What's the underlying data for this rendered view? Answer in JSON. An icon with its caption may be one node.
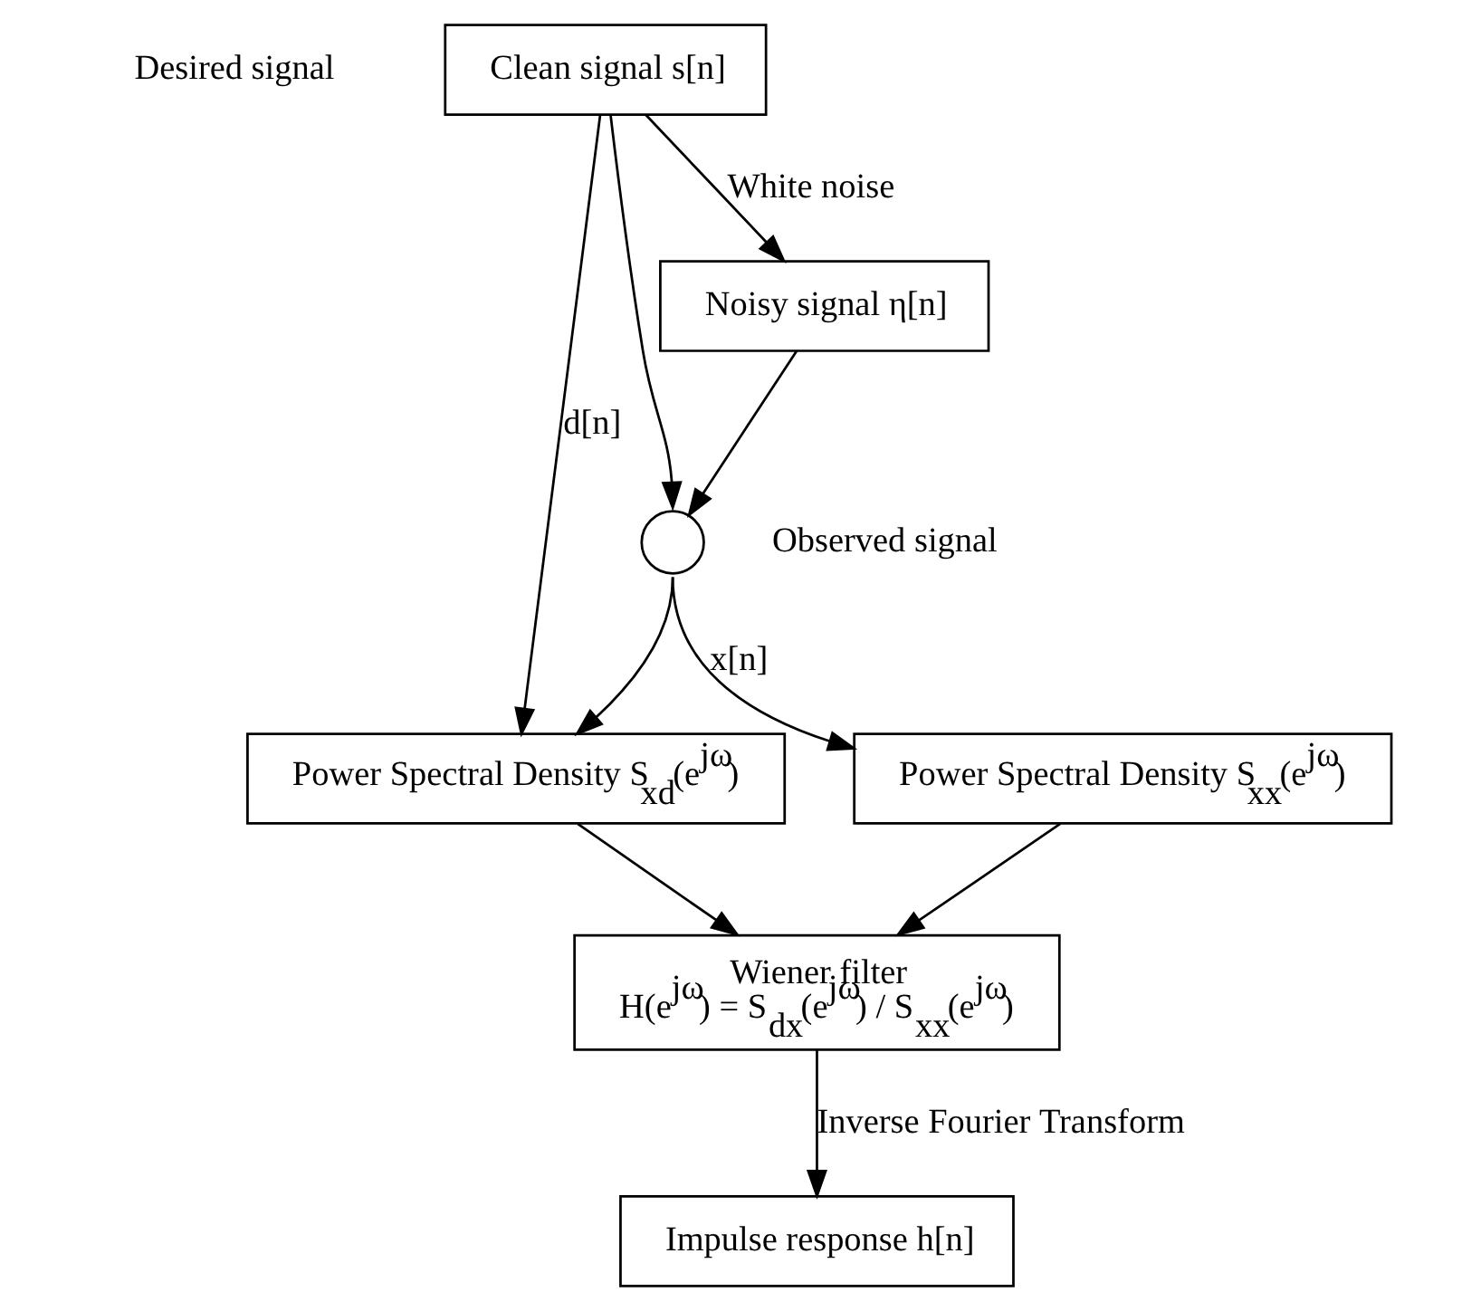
{
  "diagram": {
    "nodes": [
      {
        "text": [
          "Clean signal s[n]"
        ]
      },
      {
        "text": [
          "Noisy signal η[n]"
        ]
      },
      {
        "text": [],
        "shape": "circle",
        "beside": [
          "Observed signal"
        ]
      },
      {
        "text": [
          "Power Spectral Density S$_{xd}$(e$^{jω}$)"
        ]
      },
      {
        "text": [
          "Power Spectral Density S$_{xx}$(e$^{jω}$)"
        ]
      },
      {
        "text": [
          "Wiener filter",
          "H(e$^{jω}$) = S$_{dx}$(e$^{jω}$) / S$_{xx}$(e$^{jω}$)"
        ]
      },
      {
        "text": [
          "Impulse response h[n]"
        ]
      }
    ],
    "edges": [
      {
        "from": 0,
        "to": 1,
        "arrow": "to",
        "label": "White noise"
      },
      {
        "from": 0,
        "to": 2,
        "arrow": "to"
      },
      {
        "from": 1,
        "to": 2,
        "arrow": "to"
      },
      {
        "from": 0,
        "to": 3,
        "arrow": "to",
        "label": "d[n]"
      },
      {
        "from": 2,
        "to": 4,
        "arrow": "to",
        "label": "x[n]"
      },
      {
        "from": 2,
        "to": 3,
        "arrow": "to"
      },
      {
        "from": 3,
        "to": 5,
        "arrow": "to"
      },
      {
        "from": 4,
        "to": 5,
        "arrow": "to"
      },
      {
        "from": 5,
        "to": 6,
        "arrow": "to",
        "label": "Inverse Fourier Transform"
      }
    ],
    "labels": [
      "Desired signal"
    ]
  }
}
